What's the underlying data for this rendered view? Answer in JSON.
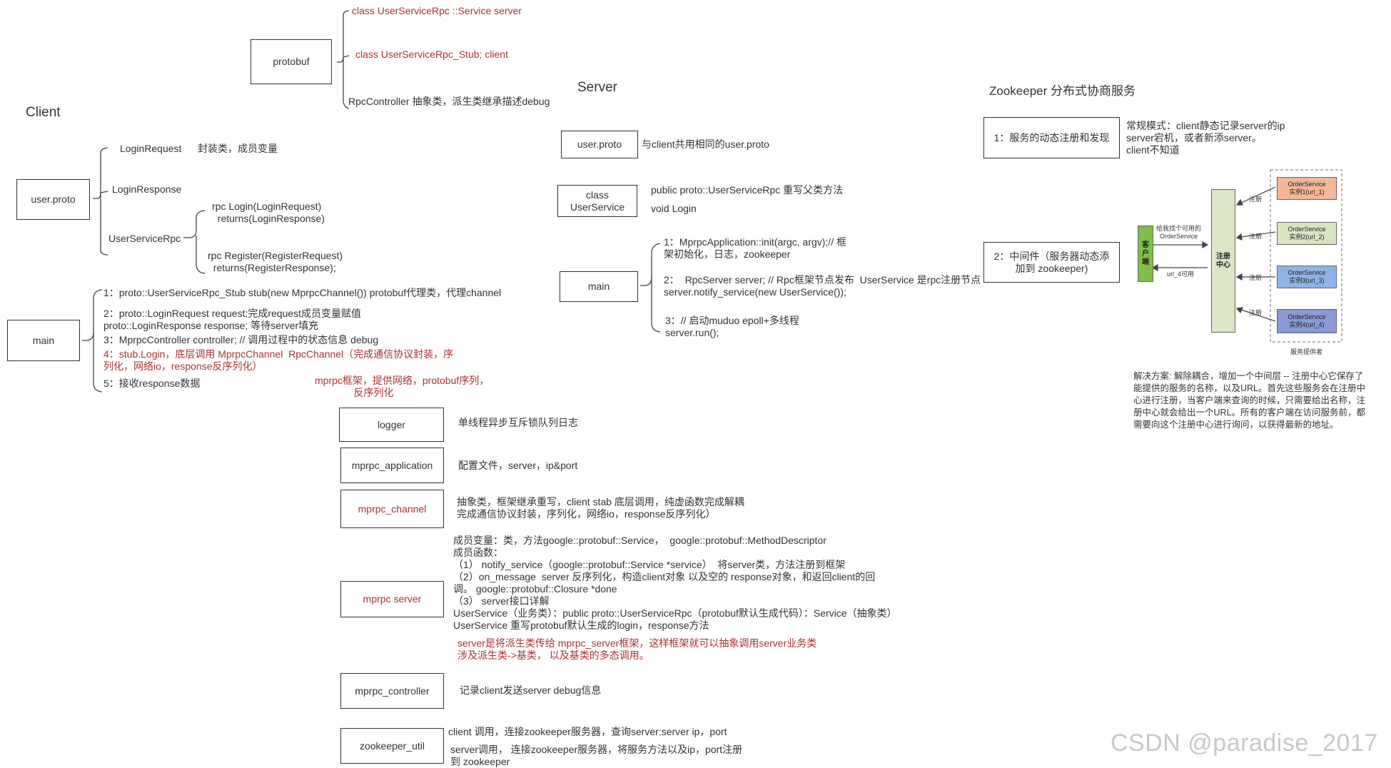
{
  "headings": {
    "client": "Client",
    "server": "Server",
    "zookeeper": "Zookeeper 分布式协商服务"
  },
  "protobuf": {
    "box": "protobuf",
    "items": [
      "class UserServiceRpc ::Service server",
      "class UserServiceRpc_Stub; client",
      "RpcController 抽象类，派生类继承描述debug"
    ]
  },
  "client": {
    "userproto_box": "user.proto",
    "login_request": "LoginRequest",
    "login_request_note": "封装类，成员变量",
    "login_response": "LoginResponse",
    "user_service_rpc": "UserServiceRpc",
    "rpc_login": "rpc Login(LoginRequest)\n  returns(LoginResponse)",
    "rpc_register": "rpc Register(RegisterRequest)\n  returns(RegisterResponse);",
    "main_box": "main",
    "main_steps": [
      "1：proto::UserServiceRpc_Stub stub(new MprpcChannel())  protobuf代理类，代理channel",
      "2：proto::LoginRequest request;完成request成员变量赋值\nproto::LoginResponse response; 等待server填充",
      " 3：MprpcController controller; // 调用过程中的状态信息 debug",
      "4：stub.Login，底层调用 MprpcChannel  RpcChannel（完成通信协议封装，序\n列化，网络io，response反序列化）",
      "5：接收response数据"
    ]
  },
  "server": {
    "userproto_box": "user.proto",
    "userproto_note": "与client共用相同的user.proto",
    "class_box": "class\nUserService",
    "class_note1": "public proto::UserServiceRpc 重写父类方法",
    "class_note2": "void Login",
    "main_box": "main",
    "main_steps": [
      "1：MprpcApplication::init(argc, argv);// 框\n架初始化，日志，zookeeper",
      "2：  RpcServer server; // Rpc框架节点发布  UserService 是rpc注册节点\nserver.notify_service(new UserService());",
      "3：// 启动muduo epoll+多线程\nserver.run();"
    ]
  },
  "framework": {
    "label": "mprpc框架，提供网络，protobuf序列，\n              反序列化",
    "modules": [
      {
        "name": "logger",
        "desc": "单线程异步互斥锁队列日志"
      },
      {
        "name": "mprpc_application",
        "desc": "配置文件，server，ip&port"
      },
      {
        "name": "mprpc_channel",
        "desc": "抽象类，框架继承重写，client stab 底层调用，纯虚函数完成解耦\n完成通信协议封装，序列化，网络io，response反序列化）"
      },
      {
        "name": "mprpc server",
        "desc": ""
      },
      {
        "name": "mprpc_controller",
        "desc": "记录client发送server debug信息"
      },
      {
        "name": "zookeeper_util",
        "desc": ""
      }
    ],
    "server_desc": "成员变量：类，方法google::protobuf::Service，  google::protobuf::MethodDescriptor\n成员函数：\n（1） notify_service（google::protobuf::Service *service）  将server类，方法注册到框架\n（2）on_message  server 反序列化，构造client对象 以及空的 response对象，和返回client的回\n调。 google::protobuf::Closure *done\n（3） server接口详解\nUserService（业务类）：public proto::UserServiceRpc（protobuf默认生成代码）：Service（抽象类）\nUserService 重写protobuf默认生成的login，response方法",
    "server_note_red": "server是将派生类传给 mprpc_server框架，这样框架就可以抽象调用server业务类\n涉及派生类->基类， 以及基类的多态调用。",
    "zk_client": "client 调用，连接zookeeper服务器，查询server:server ip，port",
    "zk_server": "server调用， 连接zookeeper服务器，将服务方法以及ip，port注册\n到 zookeeper"
  },
  "zookeeper": {
    "box1": "1：服务的动态注册和发现",
    "box1_note": "常规模式：client静态记录server的ip\nserver宕机，或者新添server。\nclient不知道",
    "box2": "2：中间件（服务器动态添\n加到 zookeeper)",
    "diagram": {
      "client_label": "客\n户\n端",
      "registry_label": "注册\n中心",
      "ask_label": "给我找个可用的\nOrderService",
      "reply_label": "url_4可用",
      "register_label": "注册",
      "services": [
        "OrderService\n实例1(url_1)",
        "OrderService\n实例2(url_2)",
        "OrderService\n实例3(url_3)",
        "OrderService\n实例4(url_4)"
      ],
      "provider_label": "服务提供者",
      "colors": {
        "client": "#7dbf4a",
        "registry": "#dbe5c8",
        "s1": "#f4b79a",
        "s2": "#d8e4bf",
        "s3": "#8eb4e3",
        "s4": "#8a9ad6"
      }
    },
    "solution": "解决方案: 解除耦合，增加一个中间层 -- 注册中心它保存了\n能提供的服务的名称，以及URL。首先这些服务会在注册中\n心进行注册，当客户端来查询的时候，只需要给出名称，注\n册中心就会给出一个URL。所有的客户端在访问服务前，都\n需要向这个注册中心进行询问，以获得最新的地址。"
  },
  "watermark": "CSDN @paradise_2017"
}
